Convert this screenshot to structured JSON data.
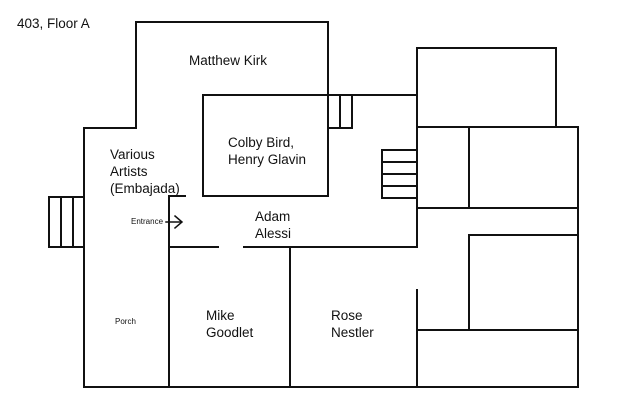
{
  "title": "403, Floor A",
  "rooms": {
    "matthew_kirk": "Matthew Kirk",
    "colby_henry": [
      "Colby Bird,",
      "Henry Glavin"
    ],
    "various_artists": [
      "Various",
      "Artists",
      "(Embajada)"
    ],
    "adam_alessi": [
      "Adam",
      "Alessi"
    ],
    "mike_goodlet": [
      "Mike",
      "Goodlet"
    ],
    "rose_nestler": [
      "Rose",
      "Nestler"
    ]
  },
  "entrance": {
    "label": "Entrance",
    "arrow": "right-arrow-icon"
  },
  "porch": "Porch",
  "colors": {
    "line": "#111111",
    "background": "#ffffff"
  }
}
